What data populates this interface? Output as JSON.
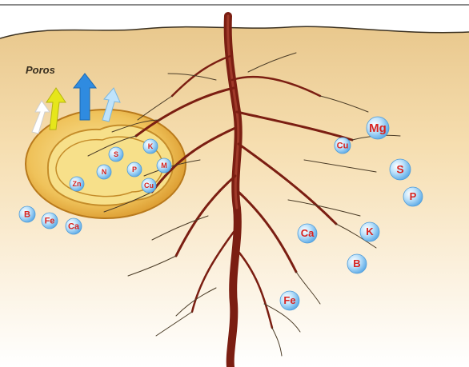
{
  "diagram": {
    "pore_label": "Poros",
    "nutrients_in_pore": [
      "S",
      "K",
      "Zn",
      "N",
      "P",
      "M",
      "Cu"
    ],
    "nutrients_left": [
      "B",
      "Fe",
      "Ca"
    ],
    "nutrients_right": [
      "Mg",
      "Cu",
      "S",
      "P",
      "K",
      "Ca",
      "B",
      "Fe"
    ],
    "colors": {
      "soil": "#f3d7a3",
      "root": "#7b1e12",
      "root_hair": "#4a3b26",
      "nutrient_text": "#d8231f",
      "pore_outer": "#e8b344",
      "pore_inner": "#f7e08a",
      "arrow_yellow": "#e6e61a",
      "arrow_blue": "#2f8be0"
    }
  }
}
